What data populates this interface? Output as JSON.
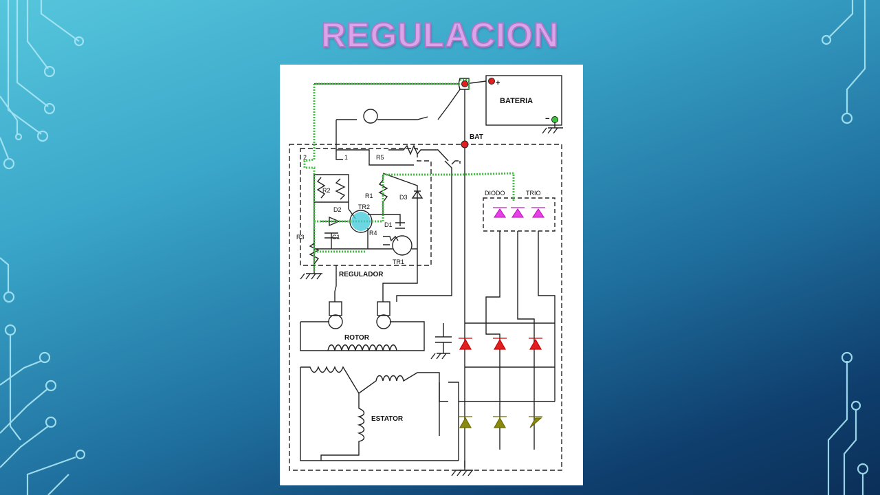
{
  "slide": {
    "title": "REGULACION"
  },
  "diagram": {
    "labels": {
      "bateria": "BATERIA",
      "plus": "+",
      "minus": "−",
      "bat": "BAT",
      "r5": "R5",
      "n1": "1",
      "n2": "2",
      "r2": "R2",
      "r1": "R1",
      "tr2": "TR2",
      "d3": "D3",
      "d2": "D2",
      "d1": "D1",
      "r3": "R3",
      "c1": "C1",
      "r4": "R4",
      "tr1": "TR1",
      "regulador": "REGULADOR",
      "diodo": "DIODO",
      "trio": "TRIO",
      "rotor": "ROTOR",
      "estator": "ESTATOR"
    }
  }
}
